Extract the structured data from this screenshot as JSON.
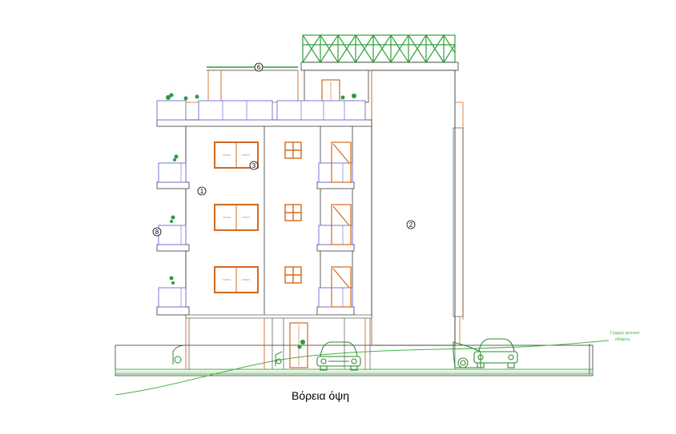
{
  "drawing": {
    "caption": "Βόρεια όψη",
    "ground_note_line1": "Γραμμή φυσικού",
    "ground_note_line2": "εδάφους",
    "callouts": [
      "1",
      "2",
      "3",
      "6",
      "8"
    ]
  },
  "colors": {
    "outline": "#3a3a3a",
    "frame": "#d2691e",
    "glass_rail": "#6a6ad8",
    "greenery": "#2e9a3a",
    "pergola": "#2fa03a"
  }
}
